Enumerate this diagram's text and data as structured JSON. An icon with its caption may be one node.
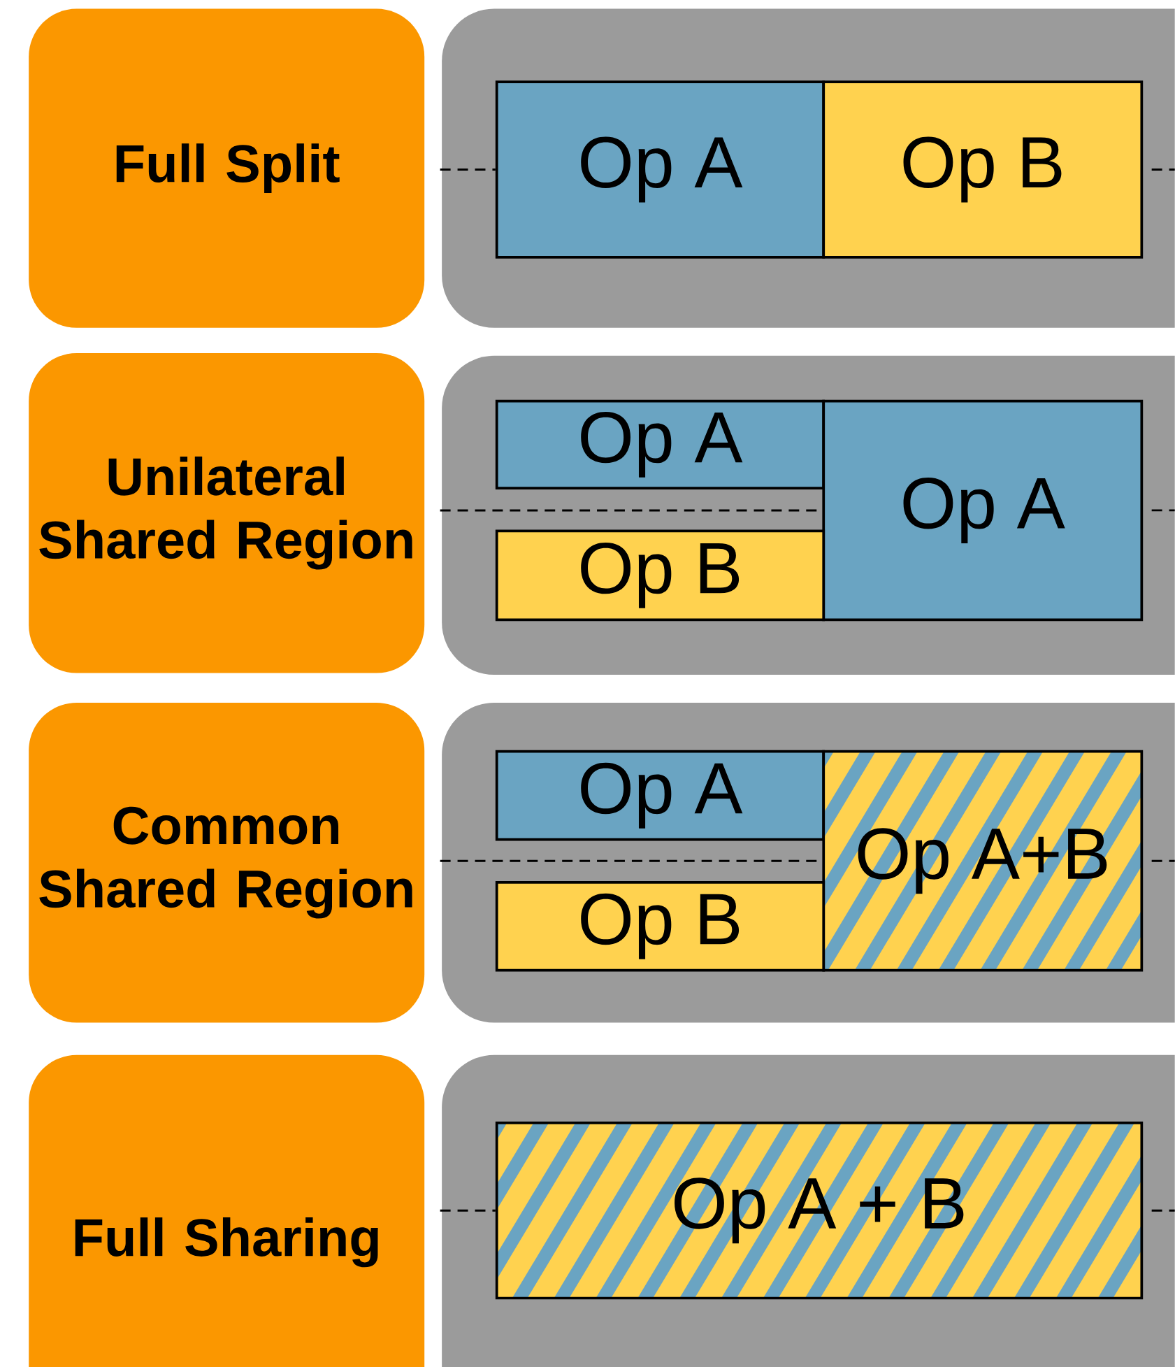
{
  "diagram": {
    "nodes": [
      {
        "text": [
          "Full Split"
        ]
      },
      {
        "text": [],
        "shape": "box"
      },
      {
        "text": [
          "Op A"
        ],
        "in": 1
      },
      {
        "text": [
          "Op B"
        ],
        "in": 1
      },
      {
        "text": [
          "Unilateral Shared Region"
        ]
      },
      {
        "text": [],
        "shape": "box"
      },
      {
        "text": [
          "Op A"
        ],
        "in": 5
      },
      {
        "text": [
          "Op A"
        ],
        "in": 5
      },
      {
        "text": [
          "Op B"
        ],
        "in": 5
      },
      {
        "text": [
          "Common Shared Region"
        ]
      },
      {
        "text": [],
        "shape": "box"
      },
      {
        "text": [
          "Op A"
        ],
        "in": 10
      },
      {
        "text": [
          "Op A+B"
        ],
        "in": 10
      },
      {
        "text": [
          "Op B"
        ],
        "in": 10
      },
      {
        "text": [
          "Full Sharing"
        ]
      },
      {
        "text": [],
        "shape": "box"
      },
      {
        "text": [
          "Op A + B"
        ],
        "in": 15
      }
    ],
    "edges": [
      {
        "from": null,
        "to": 2,
        "arrow": "none",
        "style": "dashed"
      },
      {
        "from": 3,
        "to": null,
        "arrow": "none",
        "style": "dashed"
      },
      {
        "from": null,
        "to": 7,
        "arrow": "none",
        "style": "dashed"
      },
      {
        "from": 7,
        "to": null,
        "arrow": "none",
        "style": "dashed"
      },
      {
        "from": null,
        "to": 12,
        "arrow": "none",
        "style": "dashed"
      },
      {
        "from": 12,
        "to": null,
        "arrow": "none",
        "style": "dashed"
      },
      {
        "from": null,
        "to": 16,
        "arrow": "none",
        "style": "dashed"
      },
      {
        "from": 16,
        "to": null,
        "arrow": "none",
        "style": "dashed"
      }
    ]
  }
}
